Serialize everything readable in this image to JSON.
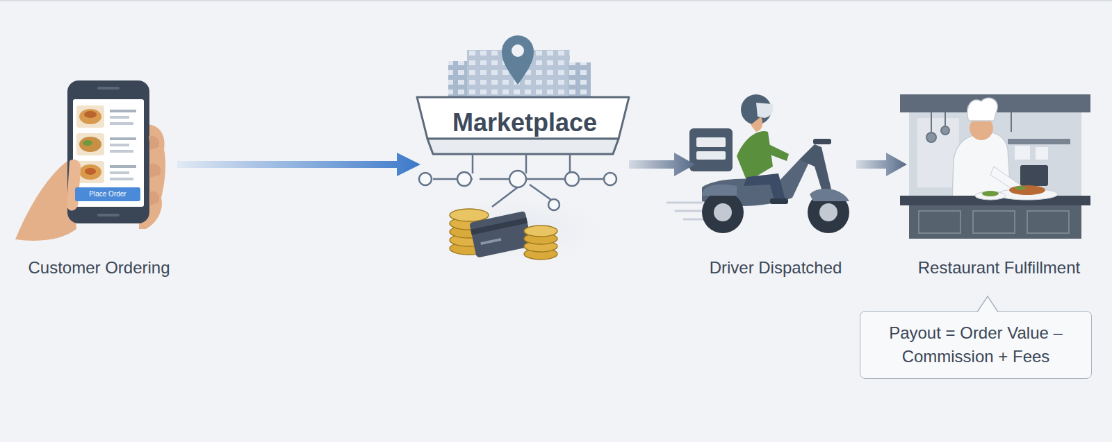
{
  "diagram": {
    "nodes": [
      {
        "text": [
          "Customer Ordering"
        ]
      },
      {
        "text": [
          "Place Order"
        ],
        "in": 0
      },
      {
        "text": [
          "Marketplace"
        ]
      },
      {
        "text": [
          "Driver Dispatched"
        ]
      },
      {
        "text": [
          "Restaurant Fulfillment"
        ]
      },
      {
        "text": [
          "Payout = Order Value – Commission + Fees"
        ]
      }
    ],
    "edges": [
      {
        "from": 0,
        "to": 2,
        "arrow": "to"
      },
      {
        "from": 2,
        "to": 3,
        "arrow": "to"
      },
      {
        "from": 3,
        "to": 4,
        "arrow": "to"
      }
    ]
  }
}
